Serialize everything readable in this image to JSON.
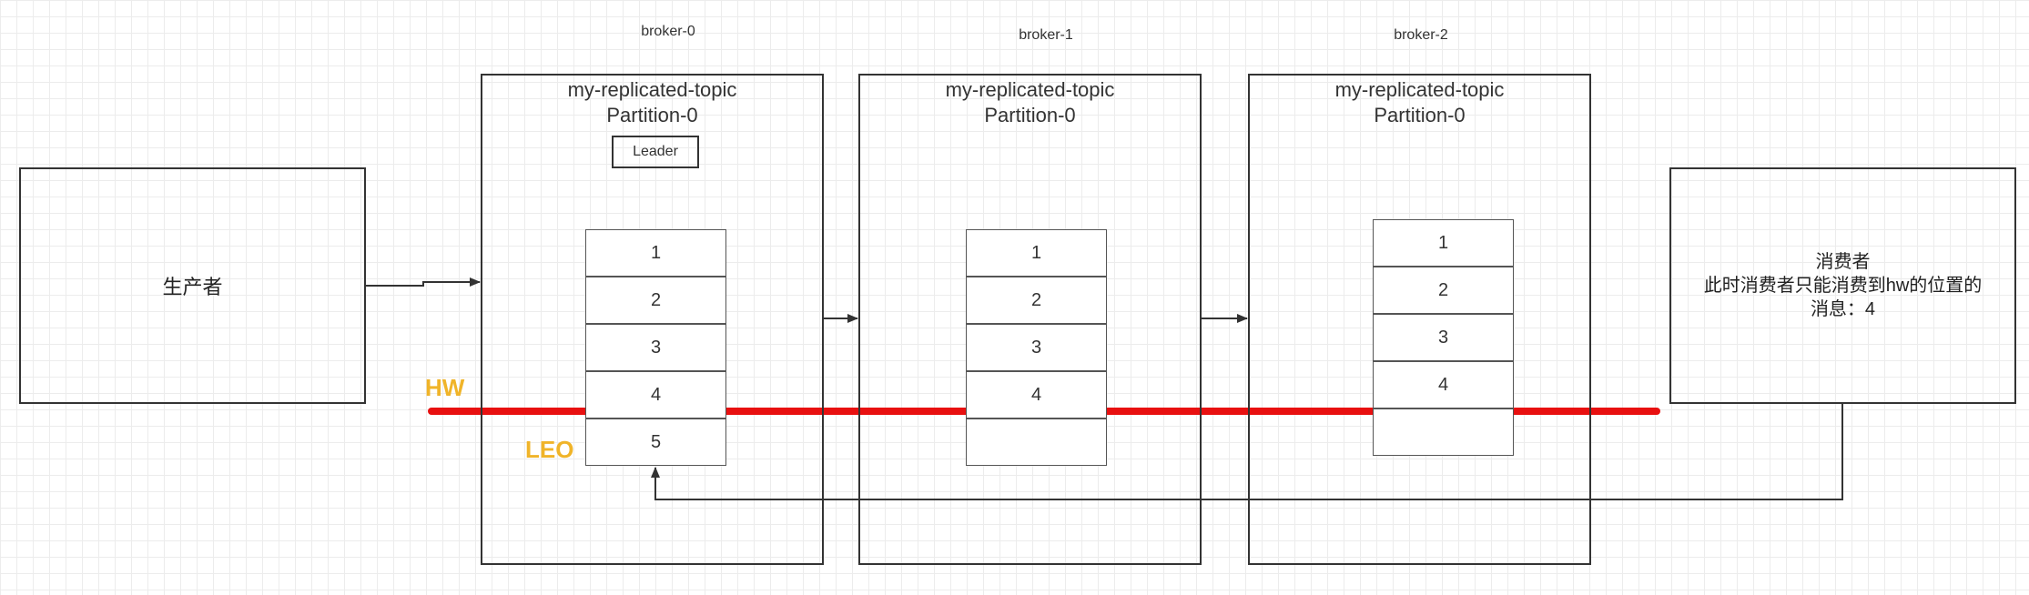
{
  "producer": {
    "label": "生产者"
  },
  "brokers": [
    {
      "name": "broker-0",
      "topic": "my-replicated-topic",
      "partition": "Partition-0",
      "role": "Leader",
      "messages": [
        "1",
        "2",
        "3",
        "4",
        "5"
      ]
    },
    {
      "name": "broker-1",
      "topic": "my-replicated-topic",
      "partition": "Partition-0",
      "messages": [
        "1",
        "2",
        "3",
        "4",
        ""
      ]
    },
    {
      "name": "broker-2",
      "topic": "my-replicated-topic",
      "partition": "Partition-0",
      "messages": [
        "1",
        "2",
        "3",
        "4",
        ""
      ]
    }
  ],
  "consumer": {
    "title": "消费者",
    "line1": "此时消费者只能消费到hw的位置的",
    "line2": "消息：4"
  },
  "markers": {
    "hw": "HW",
    "leo": "LEO"
  },
  "colors": {
    "hw_line": "#e81010",
    "marker": "#f0b429",
    "stroke": "#333333"
  }
}
